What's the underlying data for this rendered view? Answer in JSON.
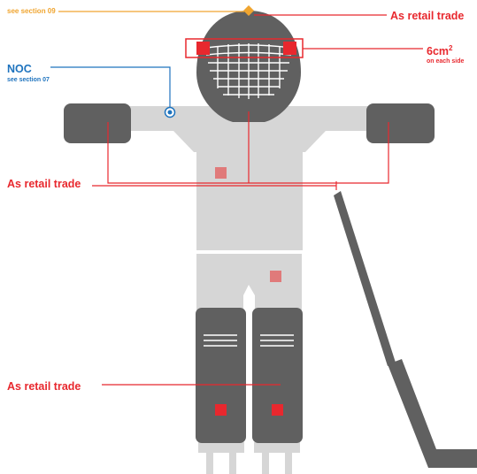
{
  "labels": {
    "see_section_09": "see section 09",
    "helmet_marking": "As retail trade",
    "size_main": "6cm",
    "size_sup": "2",
    "size_sub": "on each side",
    "noc": "NOC",
    "see_section_07": "see section 07",
    "jersey_marking": "As retail trade",
    "pads_marking": "As retail trade"
  },
  "colors": {
    "red": "#e8282e",
    "blue": "#1e73be",
    "orange": "#f0a530",
    "dark_grey": "#606060",
    "light_grey": "#d6d6d6",
    "pink_marker": "#e07a7a"
  }
}
